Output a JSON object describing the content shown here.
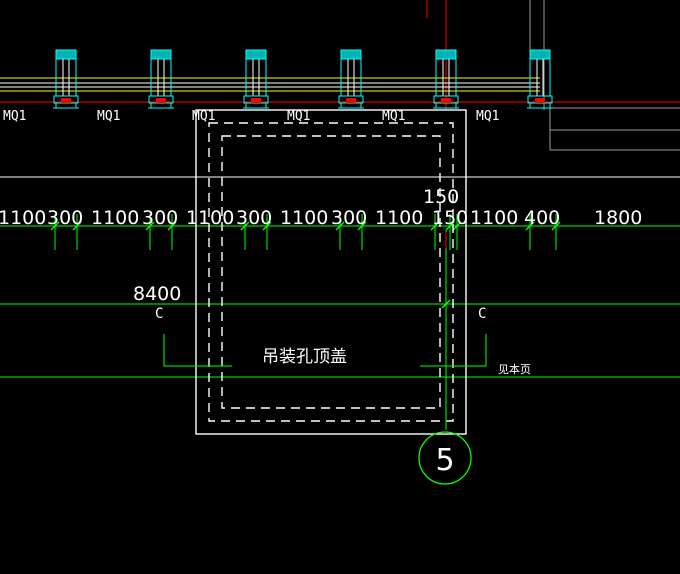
{
  "colors": {
    "background": "#000000",
    "white": "#ffffff",
    "green": "#00ff00",
    "red": "#ff0000",
    "yellow": "#ffff00",
    "cyan": "#00ffff",
    "teal": "#00b4b4",
    "gray": "#9a9a9a"
  },
  "doors": {
    "labels": [
      "MQ1",
      "MQ1",
      "MQ1",
      "MQ1",
      "MQ1",
      "MQ1"
    ]
  },
  "dimensions": {
    "row": [
      "1100",
      "300",
      "1100",
      "300",
      "1100",
      "300",
      "1100",
      "300",
      "1100",
      "150",
      "1100",
      "400",
      "1800"
    ],
    "extra_150": "150",
    "total": "8400"
  },
  "section": {
    "left_mark": "C",
    "right_mark": "C",
    "note": "见本页"
  },
  "pit": {
    "label": "吊装孔顶盖"
  },
  "axis": {
    "label": "5"
  }
}
